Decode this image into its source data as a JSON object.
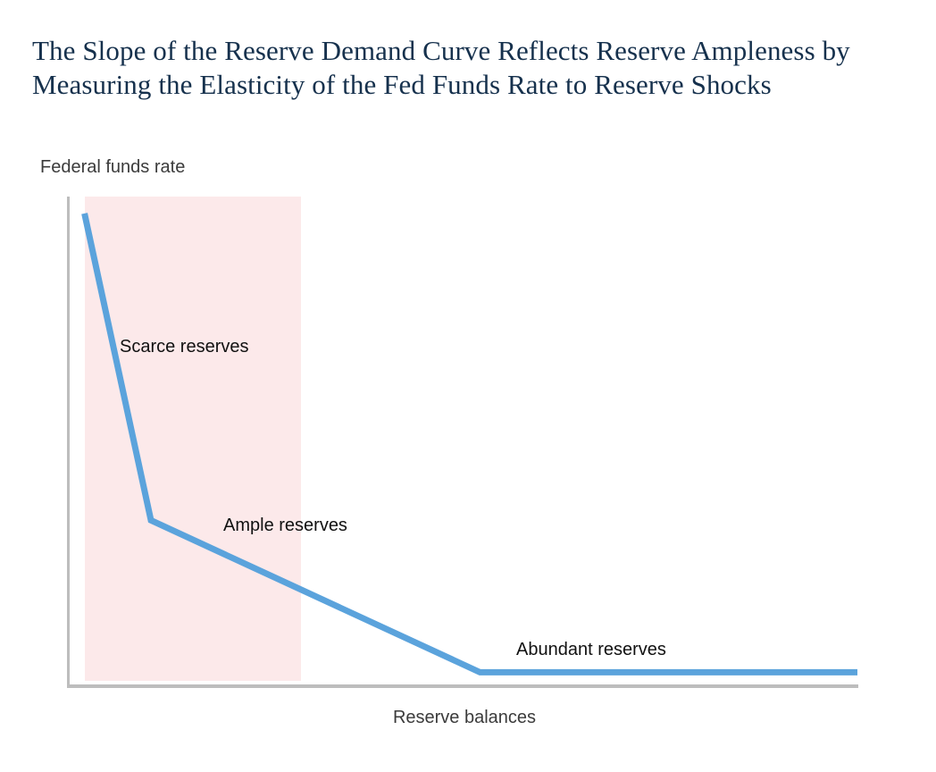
{
  "title": "The Slope of the Reserve Demand Curve Reflects Reserve Ampleness by Measuring the Elasticity of the Fed Funds Rate to Reserve Shocks",
  "axes": {
    "y_title": "Federal funds rate",
    "x_title": "Reserve balances"
  },
  "annotations": {
    "scarce": "Scarce reserves",
    "ample": "Ample reserves",
    "abundant": "Abundant reserves"
  },
  "colors": {
    "title": "#16314d",
    "curve": "#5ba3dc",
    "scarce_band": "#fce9ea",
    "axis": "#bdbdbd",
    "label_text": "#3b3b3b",
    "annotation_text": "#111111"
  },
  "chart_data": {
    "type": "line",
    "title": "The Slope of the Reserve Demand Curve Reflects Reserve Ampleness by Measuring the Elasticity of the Fed Funds Rate to Reserve Shocks",
    "xlabel": "Reserve balances",
    "ylabel": "Federal funds rate",
    "grid": false,
    "legend": "none",
    "axis_ticks": {
      "x": [],
      "y": []
    },
    "xlim": [
      0,
      100
    ],
    "ylim": [
      0,
      100
    ],
    "series": [
      {
        "name": "Reserve demand curve",
        "color": "#5ba3dc",
        "x": [
          1.1,
          9.6,
          51.7,
          100.0
        ],
        "y": [
          97.8,
          34.2,
          2.7,
          2.7
        ],
        "comment": "Steep scarce segment, moderate ample segment, flat abundant segment"
      }
    ],
    "shaded_regions": [
      {
        "name": "Scarce reserves band",
        "color": "#fce9ea",
        "x_start": 1.1,
        "x_end": 28.8
      }
    ],
    "annotations": [
      {
        "text": "Scarce reserves",
        "x": 6.7,
        "y": 69.2
      },
      {
        "text": "Ample reserves",
        "x": 19.8,
        "y": 32.6
      },
      {
        "text": "Abundant reserves",
        "x": 56.8,
        "y": 8.6
      }
    ]
  }
}
